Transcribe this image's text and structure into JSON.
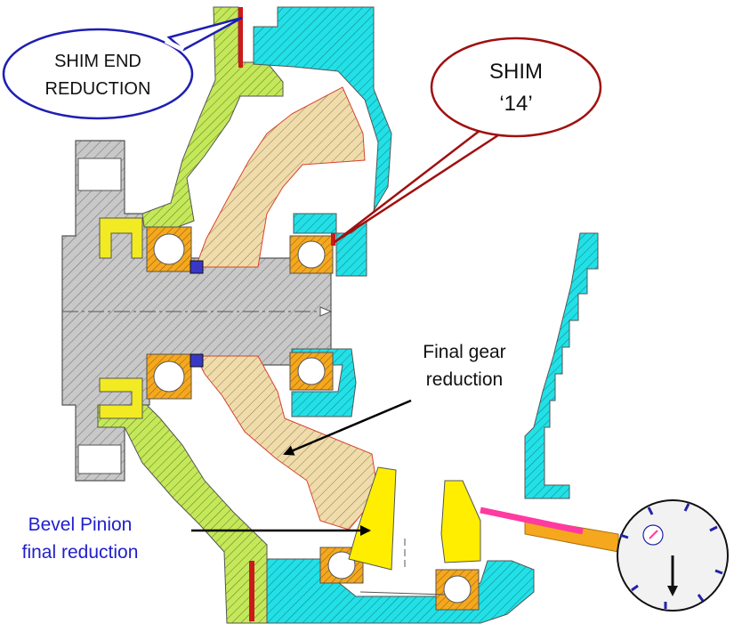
{
  "callouts": {
    "shim_end": {
      "line1": "SHIM END",
      "line2": "REDUCTION",
      "color": "#1f1fb3"
    },
    "shim14": {
      "line1": "SHIM",
      "line2": "‘14’",
      "color": "#a01010"
    }
  },
  "labels": {
    "final_gear": {
      "line1": "Final gear",
      "line2": "reduction"
    },
    "bevel_pinion": {
      "line1": "Bevel Pinion",
      "line2": "final reduction",
      "color": "#1f1fcc"
    }
  },
  "colors": {
    "housing_cyan": "#22e0e6",
    "carrier_green": "#c4e85a",
    "gear_tan": "#f0dcaa",
    "bearing_orange": "#f5a81e",
    "bevel_yellow": "#ffee00",
    "hub_gray": "#c8c8c8",
    "gauge_pink": "#ff3aa0",
    "shim_red": "#cc1a1a",
    "seal_yellow": "#f2ea22"
  },
  "icons": {
    "dial_indicator": "dial-gauge-icon"
  }
}
